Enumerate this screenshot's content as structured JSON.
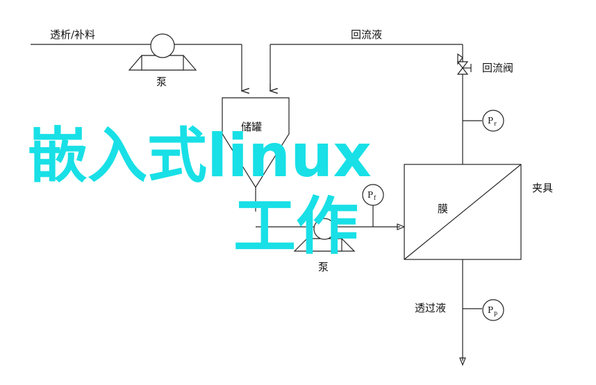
{
  "labels": {
    "feed": "透析/补料",
    "pump_top": "泵",
    "reflux_liquid": "回流液",
    "reflux_valve": "回流阀",
    "tank": "储罐",
    "membrane": "膜",
    "clamp": "夹具",
    "pump_bottom": "泵",
    "permeate": "透过液"
  },
  "gauges": {
    "pr": {
      "letter": "P",
      "sub": "r"
    },
    "pf": {
      "letter": "P",
      "sub": "f"
    },
    "pp": {
      "letter": "P",
      "sub": "p"
    }
  },
  "watermark": {
    "line1": "嵌入式linux",
    "line2": "工作"
  }
}
